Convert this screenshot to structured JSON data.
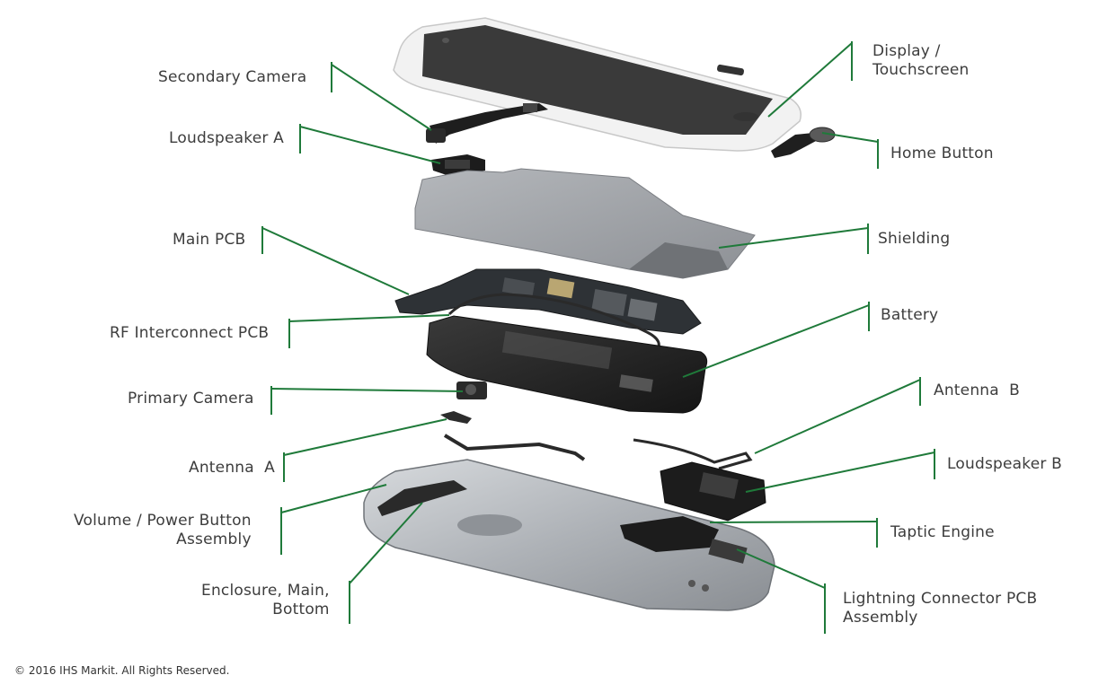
{
  "labels": {
    "secondary_camera": "Secondary Camera",
    "loudspeaker_a": "Loudspeaker A",
    "main_pcb": "Main PCB",
    "rf_interconnect_pcb": "RF Interconnect PCB",
    "primary_camera": "Primary Camera",
    "antenna_a": "Antenna  A",
    "volume_power_button_assembly": "Volume / Power Button\nAssembly",
    "enclosure_main_bottom": "Enclosure, Main,\nBottom",
    "display_touchscreen": "Display /\nTouchscreen",
    "home_button": "Home Button",
    "shielding": "Shielding",
    "battery": "Battery",
    "antenna_b": "Antenna  B",
    "loudspeaker_b": "Loudspeaker B",
    "taptic_engine": "Taptic Engine",
    "lightning_connector_pcb_assembly": "Lightning Connector PCB\nAssembly"
  },
  "copyright": "© 2016 IHS Markit. All Rights Reserved.",
  "colors": {
    "leader_line": "#1f7a3a",
    "label_text": "#3d3d3d",
    "display_glass": "#3a3a3a",
    "display_frame": "#f2f2f2",
    "shield_metal": "#a3a6aa",
    "pcb": "#2e3236",
    "battery": "#2b2b2b",
    "enclosure": "#b9bdc2"
  }
}
